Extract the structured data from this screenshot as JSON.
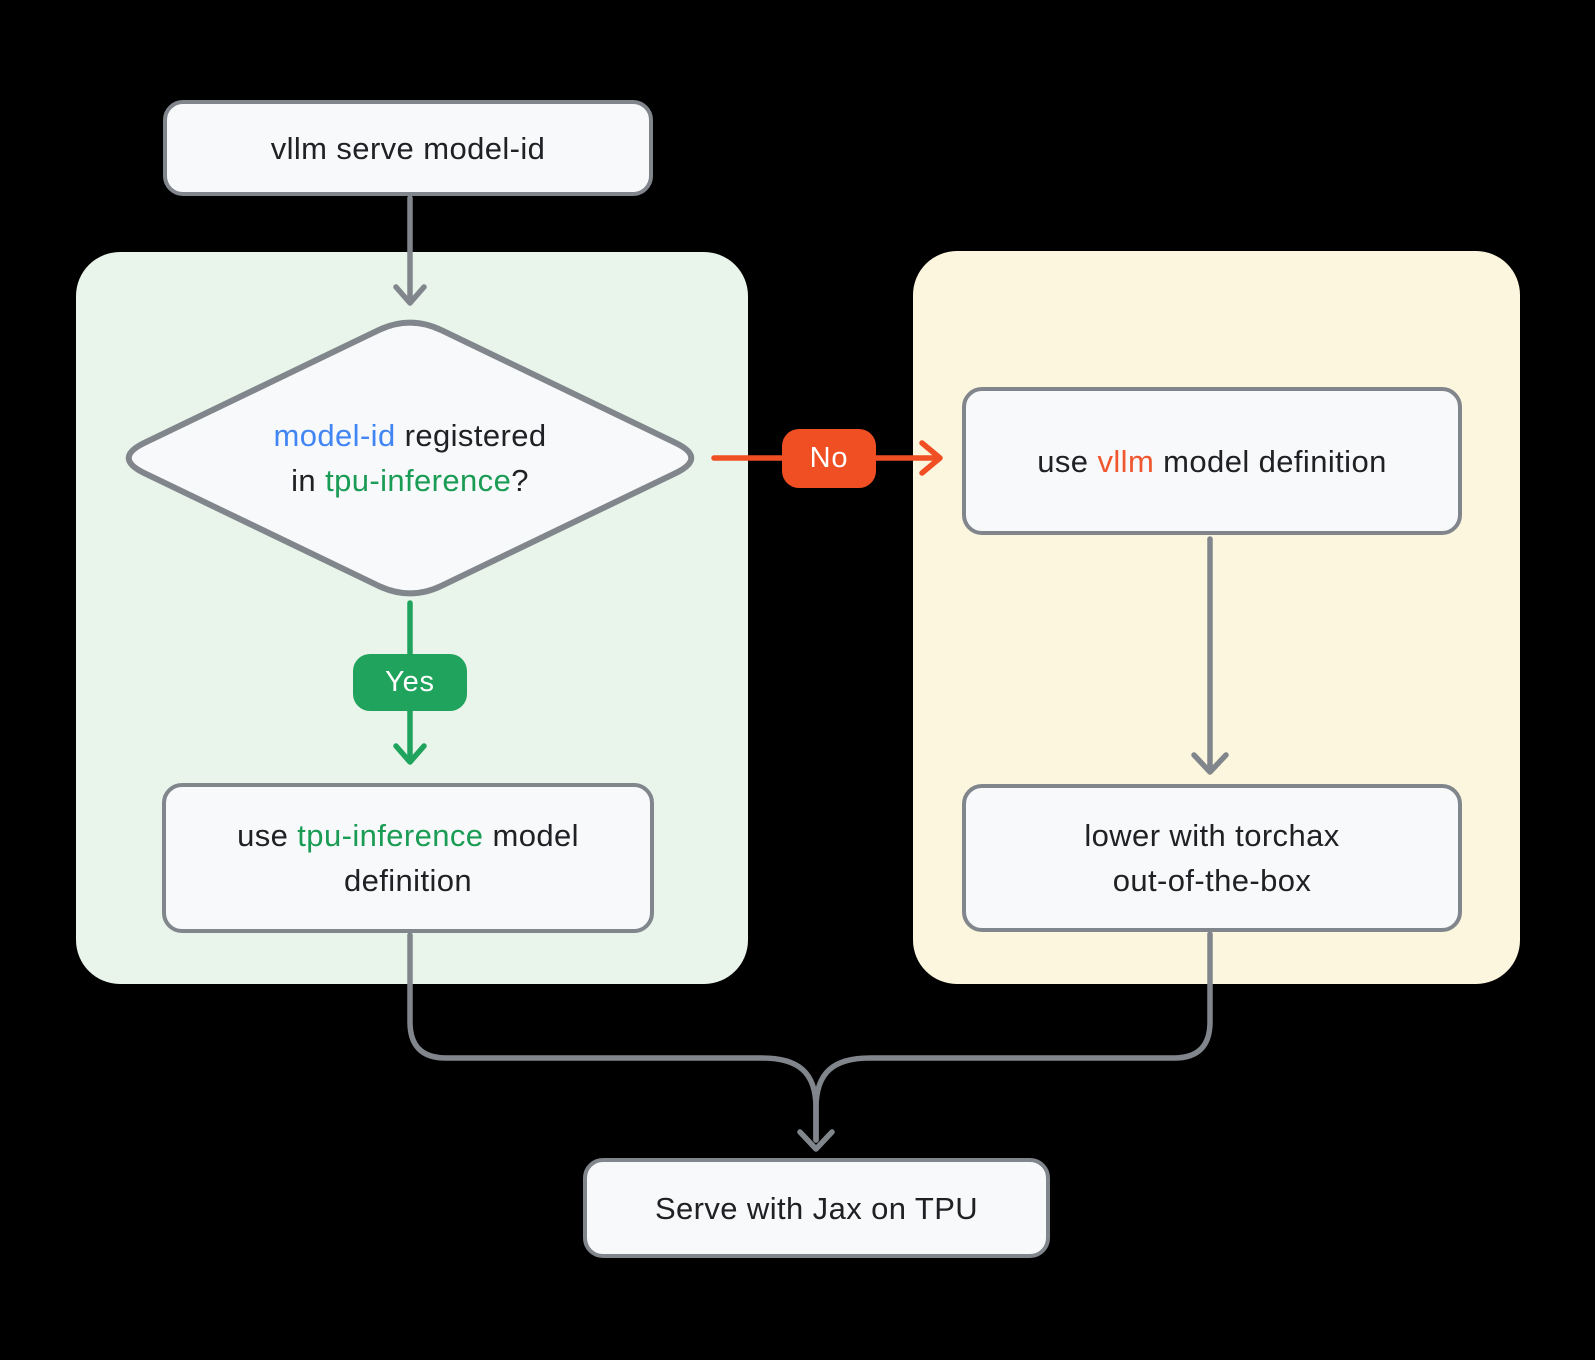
{
  "colors": {
    "bg": "#000000",
    "panel-green": "#E9F4EA",
    "panel-yellow": "#FDF6DF",
    "node-bg": "#F7F9FA",
    "gray": "#81868C",
    "green": "#20A45D",
    "green-text": "#1B9C55",
    "orange": "#F04E23",
    "orange-text": "#F0572E",
    "blue": "#4285F4",
    "text": "#202124"
  },
  "nodes": {
    "start": {
      "label": "vllm serve model-id"
    },
    "decision": {
      "part_model_id": "model-id",
      "part_registered": " registered",
      "part_in": "in ",
      "part_tpu": "tpu-inference",
      "part_question": "?"
    },
    "use_vllm": {
      "part_use": "use ",
      "part_vllm": "vllm",
      "part_rest": " model definition"
    },
    "torchax": {
      "line1": "lower with torchax",
      "line2": "out-of-the-box"
    },
    "use_tpu": {
      "part_use": "use ",
      "part_tpu": "tpu-inference",
      "part_rest": " model definition"
    },
    "serve": {
      "label": "Serve with Jax on TPU"
    }
  },
  "edges": {
    "yes_label": "Yes",
    "no_label": "No"
  }
}
